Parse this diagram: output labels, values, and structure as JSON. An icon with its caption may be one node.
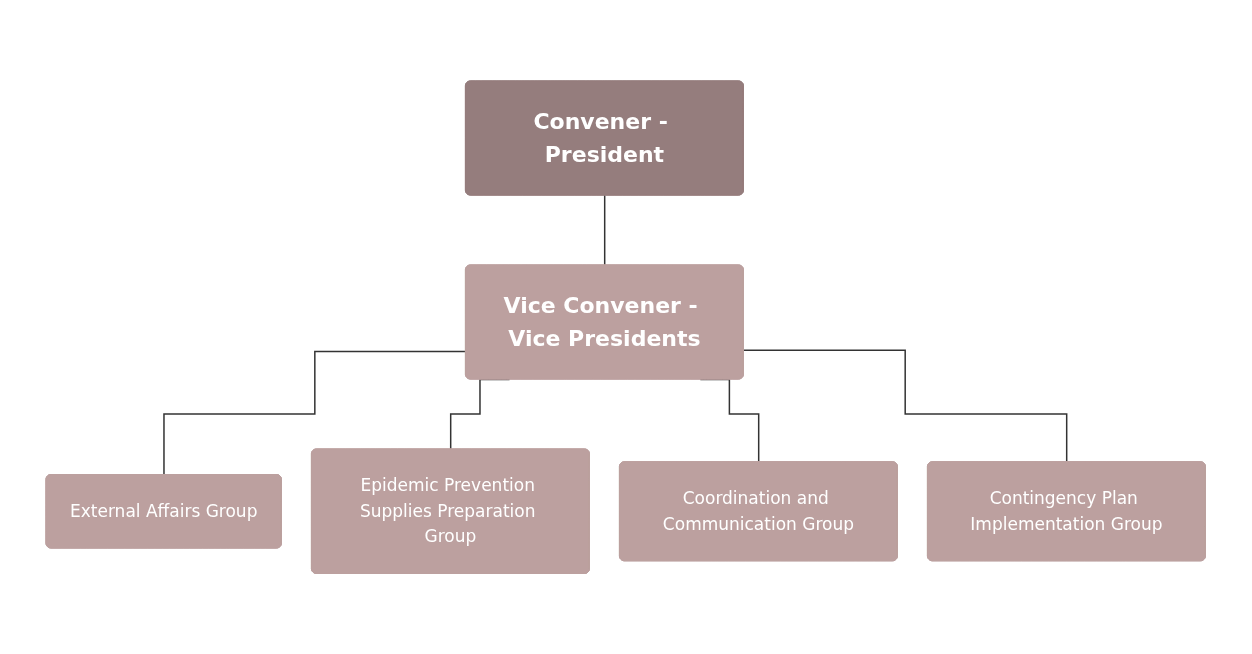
{
  "diagram": {
    "nodes": [
      {
        "text": [
          "Convener - President"
        ]
      },
      {
        "text": [
          "Vice Convener - Vice Presidents"
        ]
      },
      {
        "text": [
          "External Affairs Group"
        ]
      },
      {
        "text": [
          "Epidemic Prevention Supplies Preparation Group"
        ]
      },
      {
        "text": [
          "Coordination and Communication Group"
        ]
      },
      {
        "text": [
          "Contingency Plan Implementation Group"
        ]
      }
    ],
    "edges": [
      {
        "from": 0,
        "to": 1,
        "arrow": "none"
      },
      {
        "from": 1,
        "to": 2,
        "arrow": "none"
      },
      {
        "from": 1,
        "to": 3,
        "arrow": "none"
      },
      {
        "from": 1,
        "to": 4,
        "arrow": "none"
      },
      {
        "from": 1,
        "to": 5,
        "arrow": "none"
      }
    ]
  }
}
